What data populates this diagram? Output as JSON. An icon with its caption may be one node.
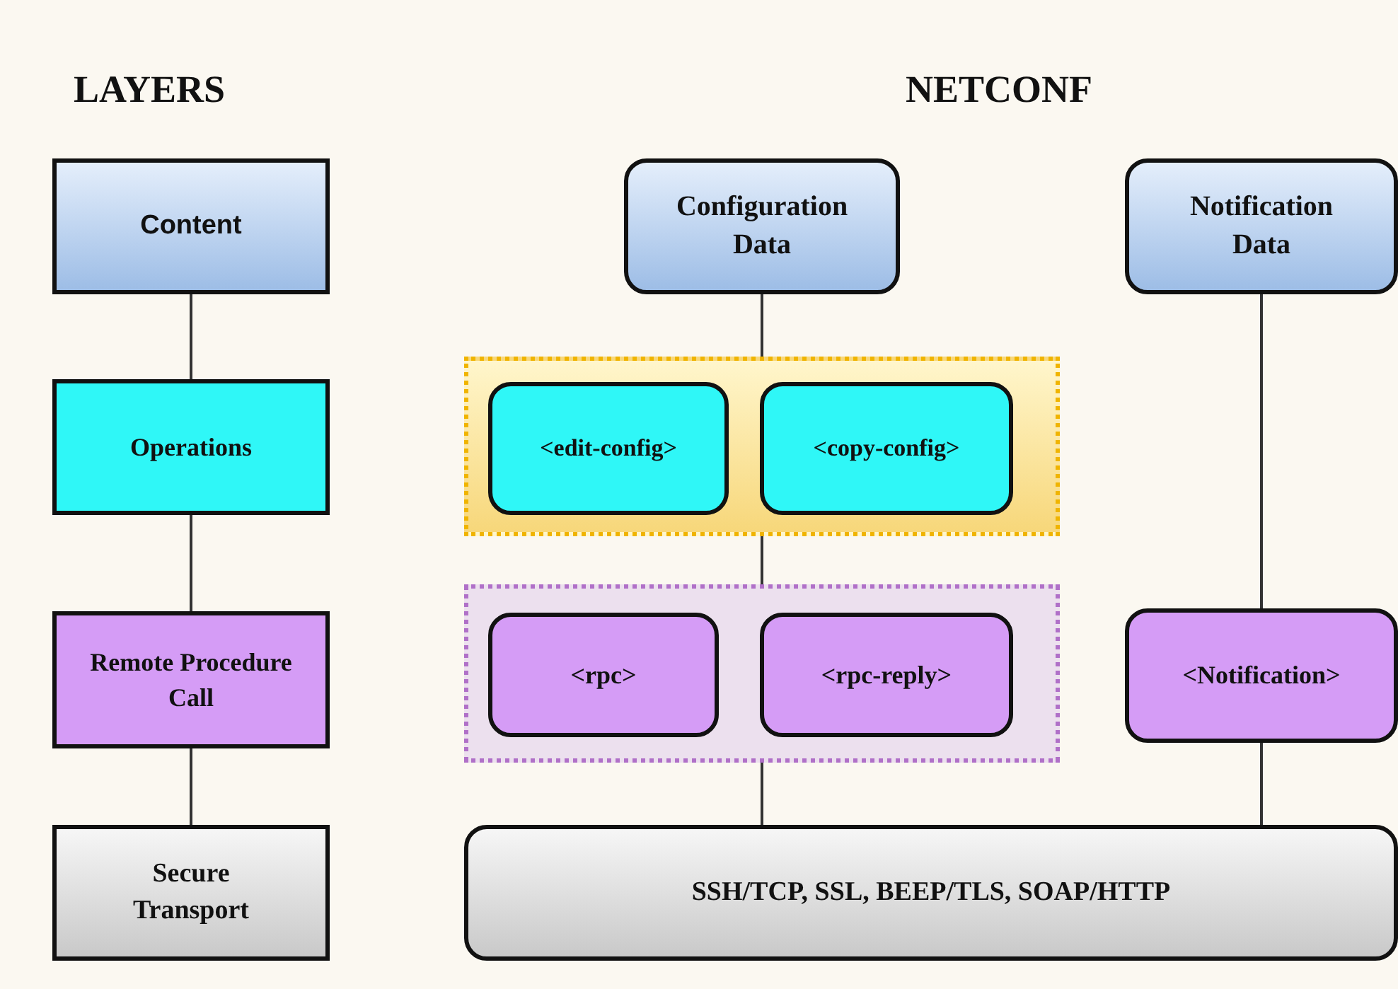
{
  "diagram": {
    "nodes": [
      {
        "text": [
          "Content"
        ]
      },
      {
        "text": [
          "Operations"
        ]
      },
      {
        "text": [
          "Remote Procedure Call"
        ]
      },
      {
        "text": [
          "Secure Transport"
        ]
      },
      {
        "text": [
          "Configuration Data"
        ]
      },
      {
        "text": [
          "Notification Data"
        ]
      },
      {
        "text": [],
        "shape": "box"
      },
      {
        "text": [
          "<edit-config>"
        ],
        "in": 6
      },
      {
        "text": [
          "<copy-config>"
        ],
        "in": 6
      },
      {
        "text": [],
        "shape": "box"
      },
      {
        "text": [
          "<rpc>"
        ],
        "in": 9
      },
      {
        "text": [
          "<rpc-reply>"
        ],
        "in": 9
      },
      {
        "text": [
          "<Notification>"
        ]
      },
      {
        "text": [
          "SSH/TCP, SSL, BEEP/TLS, SOAP/HTTP"
        ]
      }
    ],
    "edges": [
      {
        "from": 0,
        "to": 1,
        "arrow": "none"
      },
      {
        "from": 1,
        "to": 2,
        "arrow": "none"
      },
      {
        "from": 2,
        "to": 3,
        "arrow": "none"
      },
      {
        "from": 4,
        "to": 6,
        "arrow": "none"
      },
      {
        "from": 6,
        "to": 9,
        "arrow": "none"
      },
      {
        "from": 9,
        "to": 13,
        "arrow": "none"
      },
      {
        "from": 5,
        "to": 12,
        "arrow": "none"
      },
      {
        "from": 12,
        "to": 13,
        "arrow": "none"
      }
    ],
    "labels": [
      "LAYERS",
      "NETCONF"
    ]
  }
}
